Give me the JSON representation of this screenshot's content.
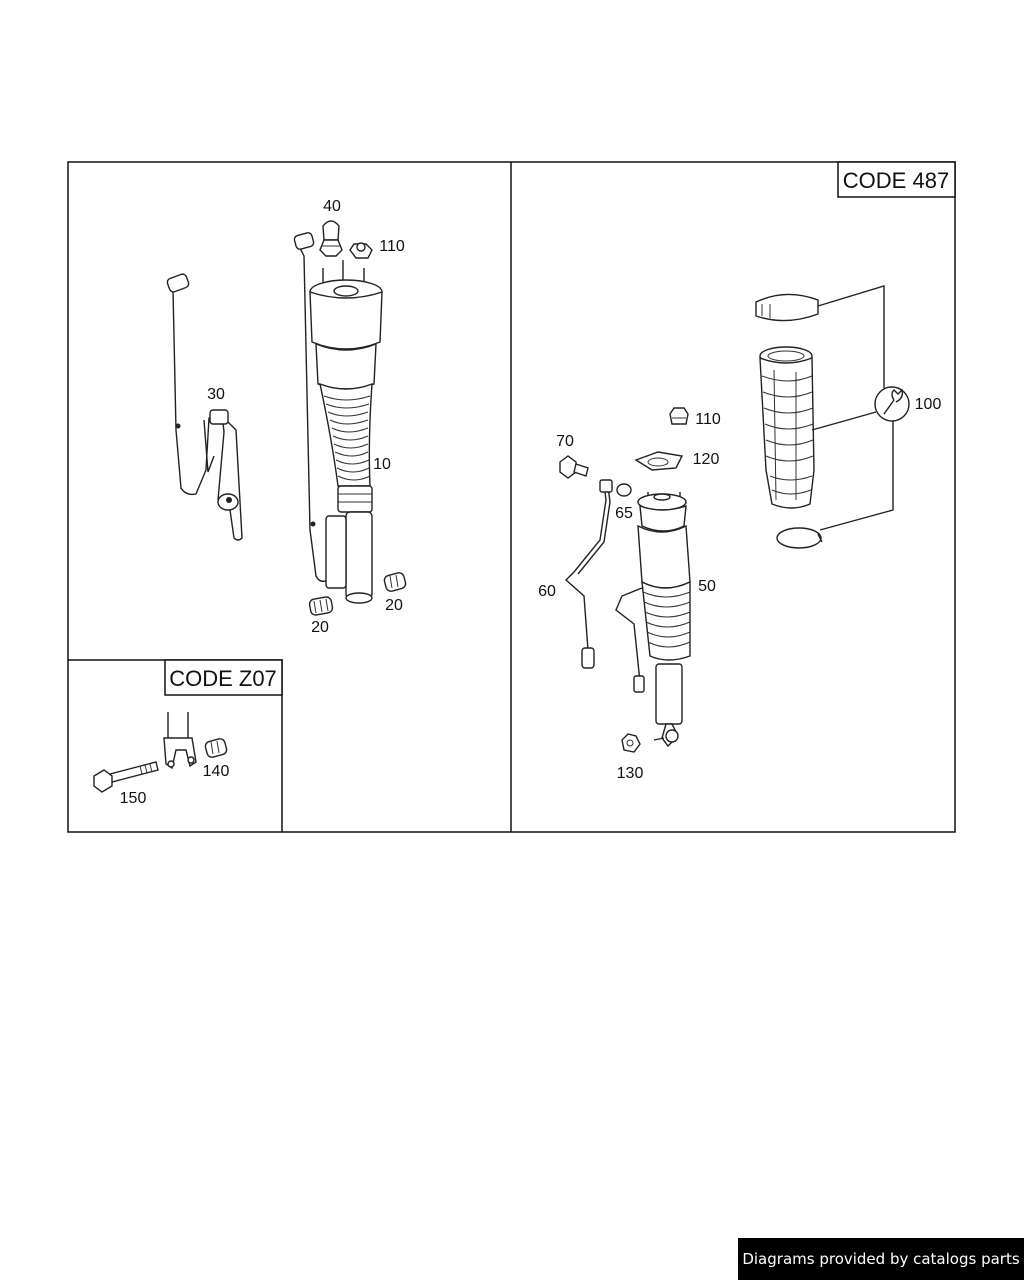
{
  "panels": {
    "left": {
      "labels": {
        "p40": "40",
        "p110": "110",
        "p30": "30",
        "p10": "10",
        "p20a": "20",
        "p20b": "20"
      }
    },
    "inset": {
      "code": "CODE Z07",
      "labels": {
        "p140": "140",
        "p150": "150"
      }
    },
    "right": {
      "code": "CODE 487",
      "labels": {
        "p110": "110",
        "p70": "70",
        "p120": "120",
        "p65": "65",
        "p60": "60",
        "p50": "50",
        "p130": "130",
        "p100": "100"
      }
    }
  },
  "icons": {
    "tool": "wrench-icon"
  },
  "footer": {
    "text": "Diagrams provided by catalogs parts"
  }
}
